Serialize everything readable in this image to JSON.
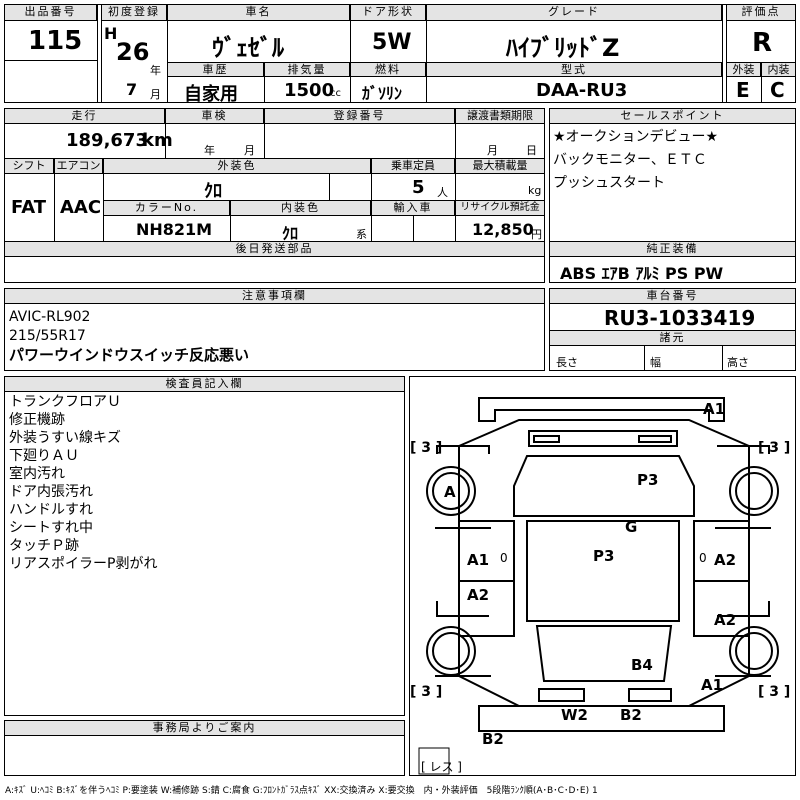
{
  "header": {
    "lot_label": "出品番号",
    "lot": "115",
    "first_reg_label": "初度登録",
    "era": "H",
    "year": "26",
    "year_unit": "年",
    "month": "7",
    "month_unit": "月",
    "name_label": "車名",
    "name": "ｳﾞｪｾﾞﾙ",
    "door_label": "ドア形状",
    "door": "5W",
    "grade_label": "グレード",
    "grade": "ﾊｲﾌﾞﾘｯﾄﾞZ",
    "score_label": "評価点",
    "score": "R",
    "history_label": "車歴",
    "history": "自家用",
    "displacement_label": "排気量",
    "displacement": "1500",
    "displacement_unit": "cc",
    "fuel_label": "燃料",
    "fuel": "ｶﾞｿﾘﾝ",
    "model_label": "型式",
    "model": "DAA-RU3",
    "ext_label": "外装",
    "ext": "E",
    "int_label": "内装",
    "int": "C"
  },
  "row2": {
    "mileage_label": "走行",
    "mileage": "189,673",
    "mileage_unit": "km",
    "inspection_label": "車検",
    "insp_year": "年",
    "insp_month": "月",
    "regno_label": "登録番号",
    "transfer_label": "譲渡書類期限",
    "tr_month": "月",
    "tr_day": "日",
    "sales_label": "セールスポイント",
    "sales": [
      "★オークションデビュー★",
      "バックモニター、ＥＴＣ",
      "プッシュスタート"
    ],
    "shift_label": "シフト",
    "shift": "FAT",
    "ac_label": "エアコン",
    "ac": "AAC",
    "color_label": "外装色",
    "color": "ｸﾛ",
    "capacity_label": "乗車定員",
    "capacity": "5",
    "capacity_unit": "人",
    "load_label": "最大積載量",
    "load_unit": "kg",
    "colorno_label": "カラーNo.",
    "colorno": "NH821M",
    "interior_label": "内装色",
    "interior": "ｸﾛ",
    "interior_unit": "系",
    "import_label": "輸入車",
    "recycle_label": "リサイクル預託金",
    "recycle": "12,850",
    "recycle_unit": "円",
    "later_label": "後日発送部品",
    "equip_label": "純正装備",
    "equip": "ABS ｴｱB ｱﾙﾐ PS PW"
  },
  "notes": {
    "label": "注意事項欄",
    "lines": [
      "AVIC-RL902",
      "215/55R17",
      "パワーウインドウスイッチ反応悪い"
    ],
    "chassis_label": "車台番号",
    "chassis": "RU3-1033419",
    "spec_label": "諸元",
    "len_label": "長さ",
    "wid_label": "幅",
    "hgt_label": "高さ"
  },
  "inspector": {
    "label": "検査員記入欄",
    "lines": [
      "トランクフロアＵ",
      "修正機跡",
      "外装うすい線キズ",
      "下廻りＡＵ",
      "室内汚れ",
      "ドア内張汚れ",
      "ハンドルすれ",
      "シートすれ中",
      "タッチＰ跡",
      "リアスポイラーP剥がれ"
    ]
  },
  "office": {
    "label": "事務局よりご案内"
  },
  "diagram": {
    "tire_labels": [
      "[ 3 ]",
      "[ 3 ]",
      "[ 3 ]",
      "[ 3 ]"
    ],
    "spare_label": "[ レス ]",
    "marks": {
      "rear_top": "A1",
      "left_wheel_front": "A",
      "hood": "P3",
      "windshield_g": "G",
      "roof": "P3",
      "left_front_door": "A1",
      "right_front_door": "A2",
      "left_rear_door": "A2",
      "right_rear_door": "A2",
      "trunk": "B4",
      "rear_right": "A1",
      "bumper_w": "W2",
      "bumper_b": "B2",
      "bottom": "B2"
    },
    "small_marks": [
      "0",
      "0"
    ]
  },
  "legend": "A:ｷｽﾞ U:ﾍｺﾐ B:ｷｽﾞを伴うﾍｺﾐ P:要塗装 W:補修跡 S:錆 C:腐食 G:ﾌﾛﾝﾄｶﾞﾗｽ点ｷｽﾞ XX:交換済み X:要交換　内・外装評価　5段階ﾗﾝｸ順(A･B･C･D･E) 1"
}
